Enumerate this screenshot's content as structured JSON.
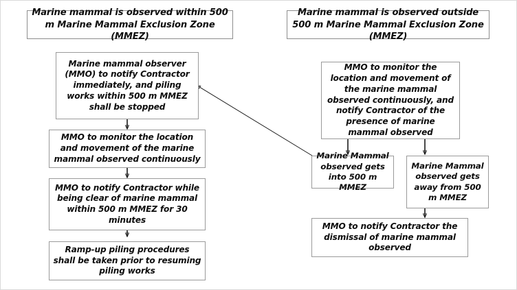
{
  "diagram": {
    "title": "Marine Mammal Exclusion Zone (MMEZ) observation response flowchart",
    "type": "flowchart",
    "colors": {
      "box_border": "#9a9a9a",
      "connector": "#1a1a1a",
      "text": "#0d0d0d",
      "background": "#ffffff"
    }
  },
  "left_branch": {
    "header": "Marine mammal is observed within 500 m Marine Mammal Exclusion Zone (MMEZ)",
    "steps": [
      "Marine mammal observer (MMO) to notify Contractor immediately, and piling works within 500 m MMEZ shall be stopped",
      "MMO to monitor the location and movement of the marine mammal observed continuously",
      "MMO to notify Contractor while being clear of marine mammal within 500 m MMEZ for 30 minutes",
      "Ramp-up piling procedures shall be taken prior to resuming piling works"
    ]
  },
  "right_branch": {
    "header": "Marine mammal is observed outside 500 m Marine Mammal Exclusion Zone (MMEZ)",
    "monitor_step": "MMO to monitor the location and movement of the marine mammal observed continuously, and notify Contractor of the presence of marine mammal observed",
    "outcomes": [
      "Marine Mammal observed gets into 500 m MMEZ",
      "Marine Mammal observed gets away from 500 m MMEZ"
    ],
    "final_step": "MMO to notify Contractor the dismissal of marine mammal observed"
  },
  "connectors": [
    {
      "from": "left-step-1",
      "to": "left-step-2",
      "style": "straight-down-arrow"
    },
    {
      "from": "left-step-2",
      "to": "left-step-3",
      "style": "straight-down-arrow"
    },
    {
      "from": "left-step-3",
      "to": "left-step-4",
      "style": "straight-down-arrow"
    },
    {
      "from": "right-monitor-step",
      "to": "outcome-gets-into",
      "style": "elbow-down-arrow"
    },
    {
      "from": "right-monitor-step",
      "to": "outcome-gets-away",
      "style": "elbow-down-arrow"
    },
    {
      "from": "outcome-gets-away",
      "to": "right-final-step",
      "style": "straight-down-arrow"
    },
    {
      "from": "outcome-gets-into",
      "to": "left-step-1",
      "style": "diagonal-arrow-left"
    }
  ]
}
